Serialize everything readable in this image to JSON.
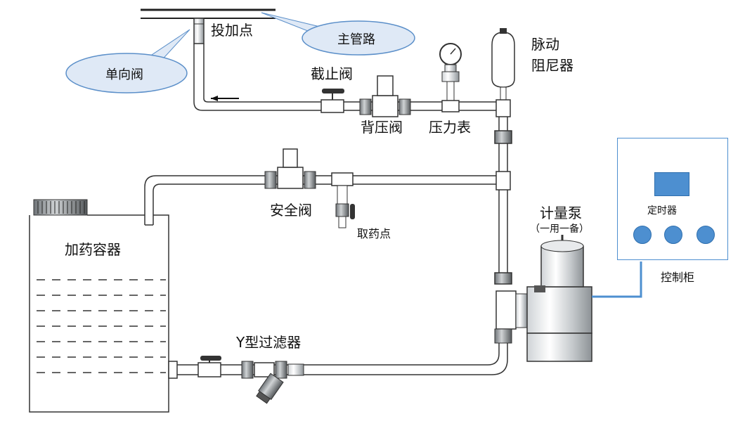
{
  "labels": {
    "dosing_point": "投加点",
    "main_pipe": "主管路",
    "check_valve": "单向阀",
    "shutoff_valve": "截止阀",
    "back_pressure_valve": "背压阀",
    "pressure_gauge": "压力表",
    "pulsation_damper_line1": "脉动",
    "pulsation_damper_line2": "阻尼器",
    "safety_valve": "安全阀",
    "sampling_point": "取药点",
    "dosing_tank": "加药容器",
    "metering_pump": "计量泵",
    "pump_note": "（一用一备）",
    "y_strainer": "Y型过滤器",
    "timer": "定时器",
    "control_cabinet": "控制柜"
  },
  "colors": {
    "panel_blue": "#4d8fd0",
    "bubble_fill": "#dfe9f6",
    "bubble_stroke": "#5b8fc9",
    "pipe_stroke": "#333333"
  }
}
